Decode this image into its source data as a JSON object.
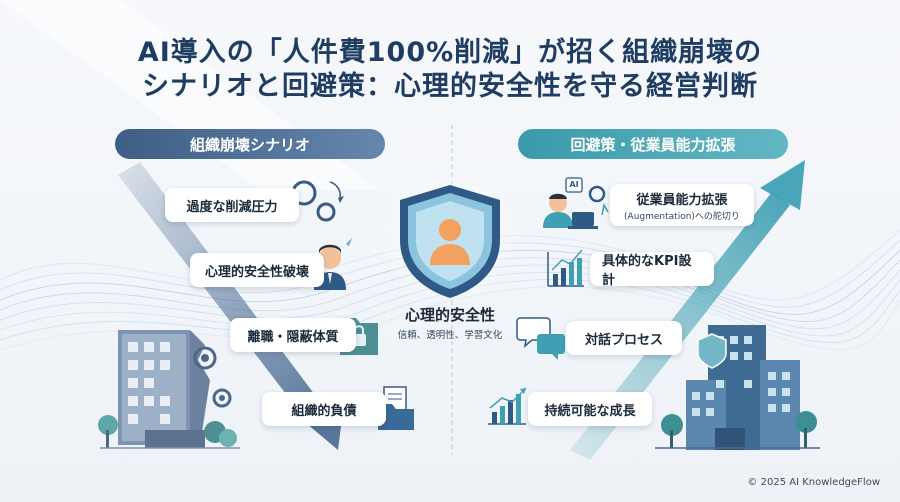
{
  "title": {
    "line1": "AI導入の「人件費100%削減」が招く組織崩壊の",
    "line2": "シナリオと回避策：心理的安全性を守る経営判断"
  },
  "left": {
    "header": "組織崩壊シナリオ",
    "items": [
      "過度な削減圧力",
      "心理的安全性破壊",
      "離職・隠蔽体質",
      "組織的負債"
    ]
  },
  "right": {
    "header": "回避策・従業員能力拡張",
    "items": [
      {
        "label": "従業員能力拡張",
        "sub": "(Augmentation)への舵切り"
      },
      {
        "label": "具体的なKPI設計"
      },
      {
        "label": "対話プロセス"
      },
      {
        "label": "持続可能な成長"
      }
    ]
  },
  "center": {
    "title": "心理的安全性",
    "subtitle": "信頼、透明性、学習文化"
  },
  "ai_badge": "AI",
  "footer": "© 2025 AI KnowledgeFlow",
  "colors": {
    "navy": "#1f3d63",
    "slate_blue": "#4f6f96",
    "teal": "#4aa3b3",
    "shield_blue": "#6aa8cf",
    "person_orange": "#f2a15f"
  }
}
